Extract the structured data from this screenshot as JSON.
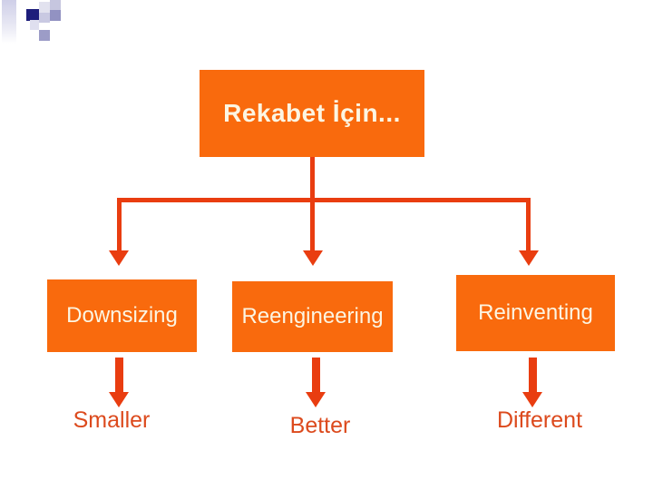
{
  "slide": {
    "title": "Rekabet İçin...",
    "branches": [
      {
        "box": "Downsizing",
        "result": "Smaller"
      },
      {
        "box": "Reengineering",
        "result": "Better"
      },
      {
        "box": "Reinventing",
        "result": "Different"
      }
    ],
    "colors": {
      "box_fill": "#F96A0D",
      "connector": "#E93D10",
      "result_text": "#DC4A1D",
      "box_text": "#FCF5E2",
      "banner_navy": "#1E1E7E"
    }
  }
}
